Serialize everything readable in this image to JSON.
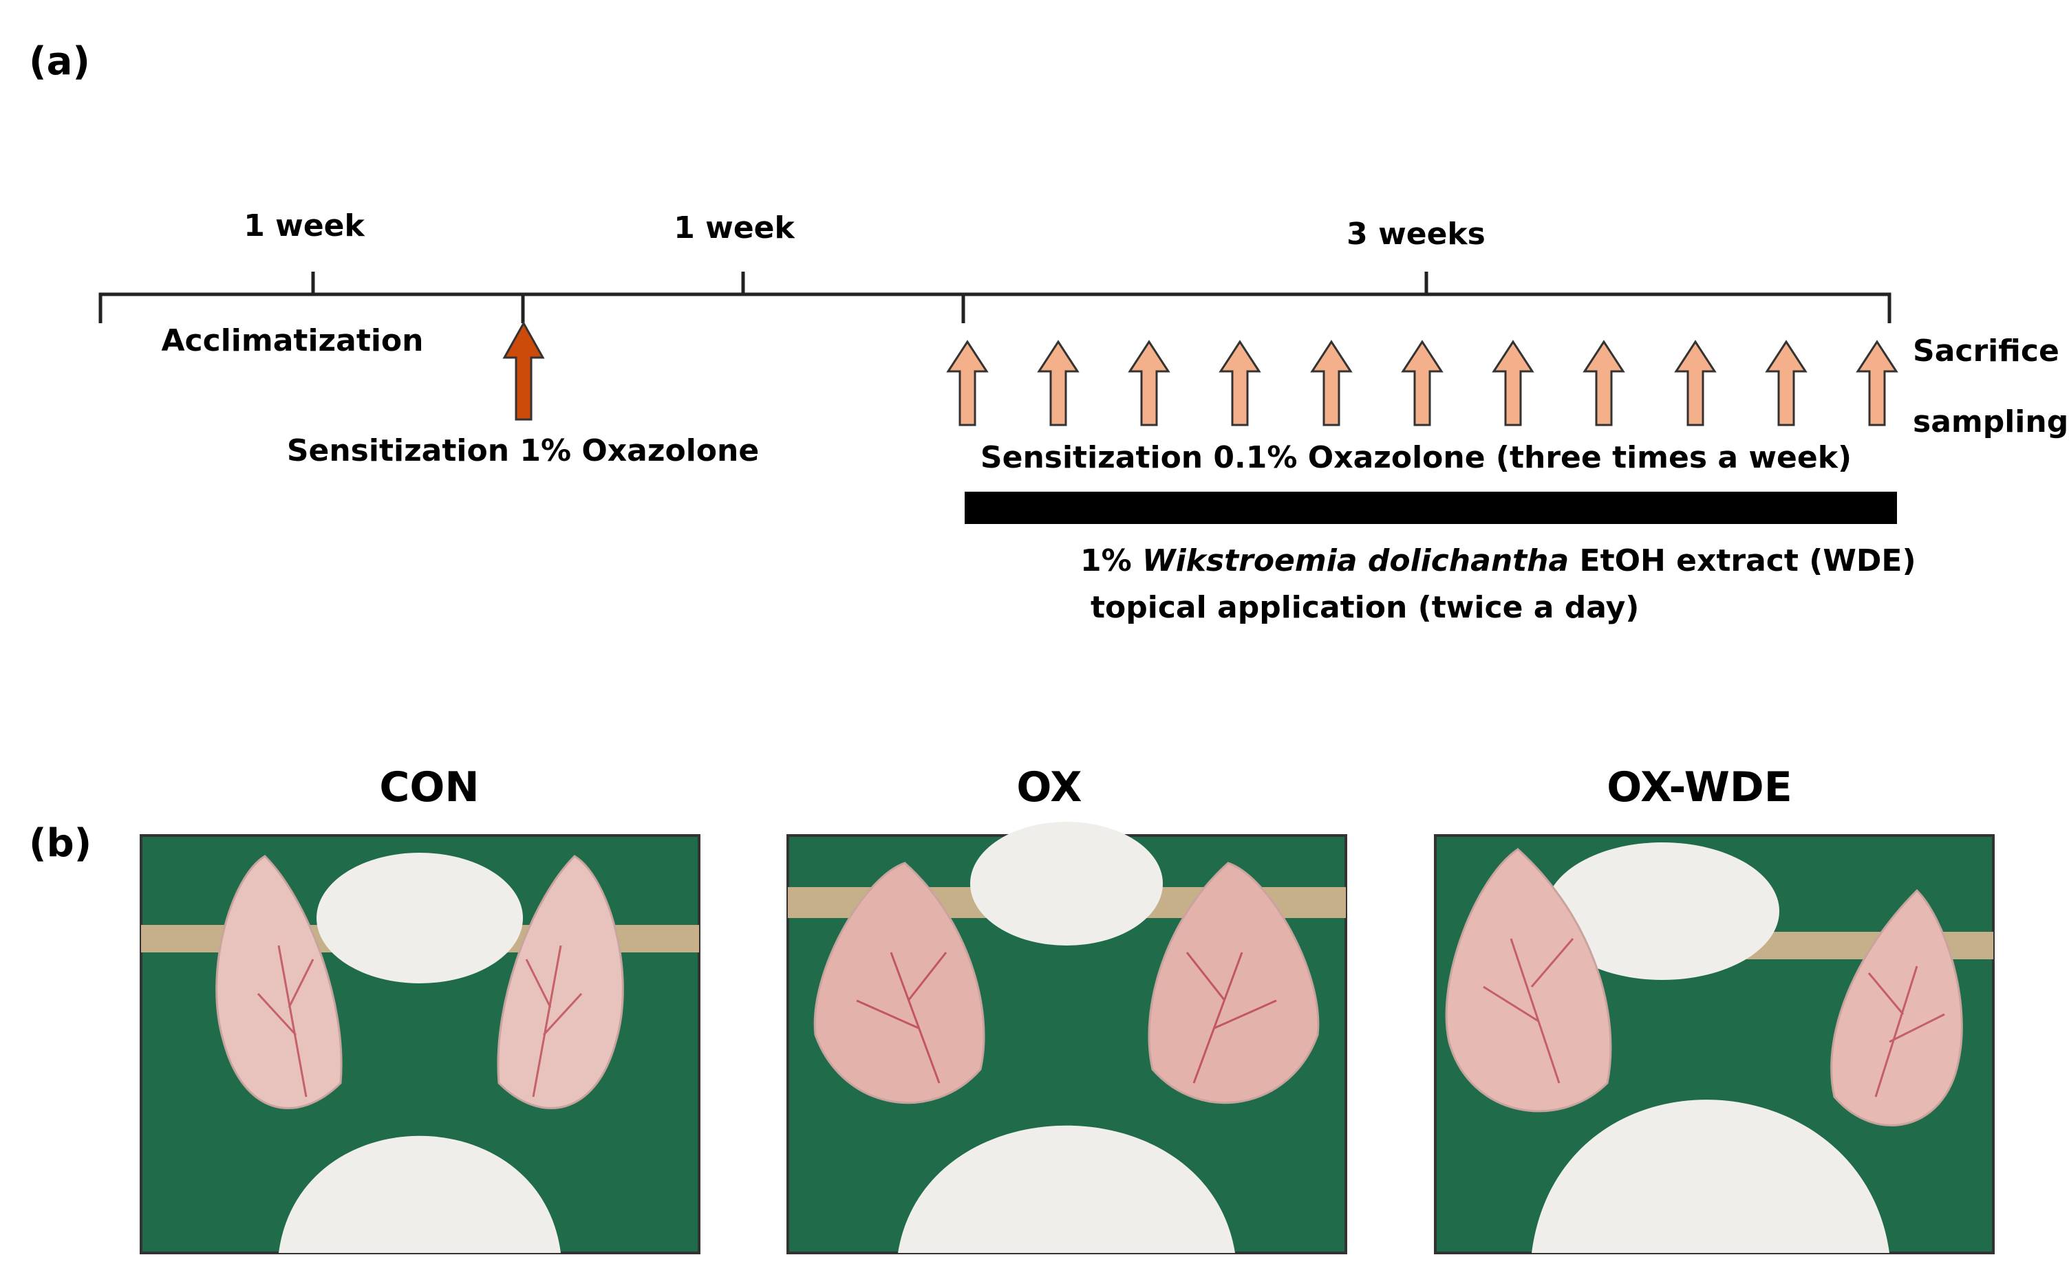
{
  "panel_a": {
    "label": "(a)",
    "phases": [
      {
        "duration": "1 week"
      },
      {
        "duration": "1 week"
      },
      {
        "duration": "3 weeks"
      }
    ],
    "acclimatization": "Acclimatization",
    "initial_sensitization": "Sensitization 1% Oxazolone",
    "repeat_sensitization": "Sensitization 0.1% Oxazolone (three times a week)",
    "end_label_line1": "Sacrifice",
    "end_label_line2": "sampling",
    "treatment_line1_prefix": "1% ",
    "treatment_line1_italic": "Wikstroemia dolichantha",
    "treatment_line1_suffix": " EtOH extract (WDE)",
    "treatment_line2": "topical application  (twice a day)",
    "colors": {
      "initial_arrow": "#cc4a0a",
      "repeat_arrow": "#f4b08a",
      "arrow_outline": "#333333",
      "bar": "#000000"
    }
  },
  "panel_b": {
    "label": "(b)",
    "groups": [
      {
        "title": "CON"
      },
      {
        "title": "OX"
      },
      {
        "title": "OX-WDE"
      }
    ],
    "colors": {
      "background": "#1f6b4a",
      "fur": "#f0eeea",
      "ear": "#e8c2bc",
      "vessel": "#b8404f"
    }
  }
}
